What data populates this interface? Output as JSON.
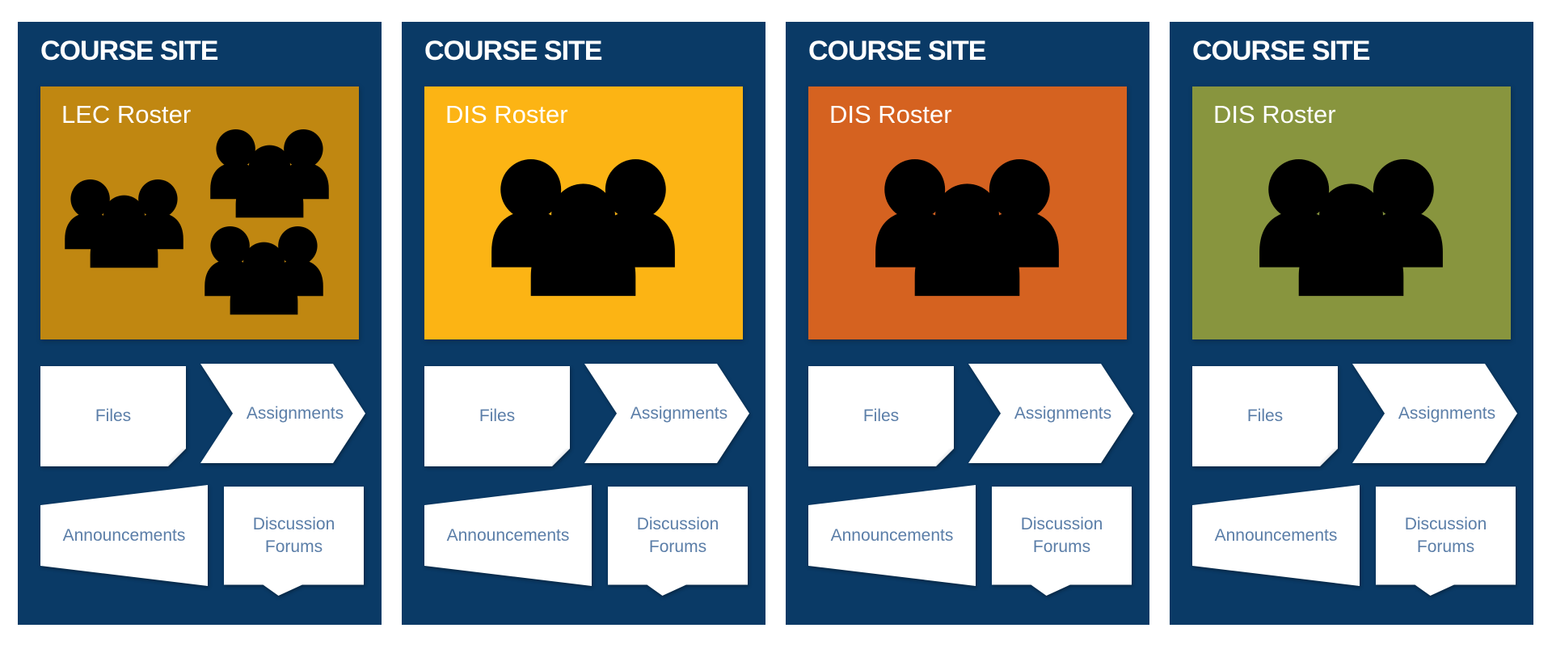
{
  "colors": {
    "page_background": "#ffffff",
    "card_background": "#0A3A66",
    "head": "#EBC8A2",
    "body": "#4E7AA8",
    "shape_background": "#ffffff",
    "shape_text": "#5B7EA8",
    "title_text": "#ffffff",
    "roster_text": "#ffffff",
    "fold_gray": "#b7bcc4"
  },
  "cards": [
    {
      "title": "COURSE SITE",
      "roster": {
        "label": "LEC Roster",
        "color": "#C08711",
        "group_count": 3
      },
      "nav": {
        "files": "Files",
        "assignments": "Assignments",
        "announcements": "Announcements",
        "discussion_forums": "Discussion Forums"
      }
    },
    {
      "title": "COURSE SITE",
      "roster": {
        "label": "DIS Roster",
        "color": "#FCB414",
        "group_count": 1
      },
      "nav": {
        "files": "Files",
        "assignments": "Assignments",
        "announcements": "Announcements",
        "discussion_forums": "Discussion Forums"
      }
    },
    {
      "title": "COURSE SITE",
      "roster": {
        "label": "DIS Roster",
        "color": "#D56220",
        "group_count": 1
      },
      "nav": {
        "files": "Files",
        "assignments": "Assignments",
        "announcements": "Announcements",
        "discussion_forums": "Discussion Forums"
      }
    },
    {
      "title": "COURSE SITE",
      "roster": {
        "label": "DIS Roster",
        "color": "#88953E",
        "group_count": 1
      },
      "nav": {
        "files": "Files",
        "assignments": "Assignments",
        "announcements": "Announcements",
        "discussion_forums": "Discussion Forums"
      }
    }
  ]
}
